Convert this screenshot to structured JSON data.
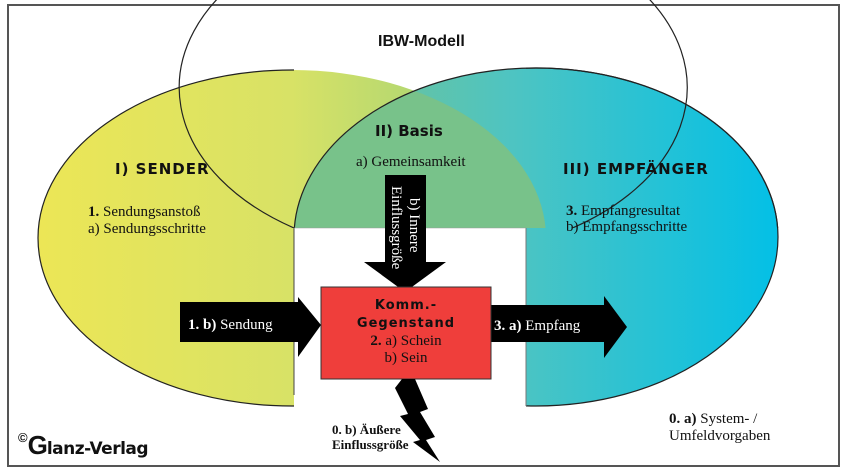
{
  "title": "IBW-Modell",
  "colors": {
    "sender_gradient_start": "#ece656",
    "sender_gradient_end": "#b7d86e",
    "basis": "#78c28a",
    "receiver_gradient_start": "#5cc2b4",
    "receiver_gradient_end": "#07c0e4",
    "center_box": "#ef3e3b",
    "arrow": "#000000",
    "frame": "#555555"
  },
  "sender": {
    "heading": "I) SENDER",
    "line1_num": "1.",
    "line1_text": " Sendungsanstoß",
    "line2": "a) Sendungsschritte"
  },
  "basis": {
    "heading": "II) Basis",
    "line1": "a) Gemeinsamkeit",
    "arrow_line1": "b) Innere",
    "arrow_line2": "Einflussgröße"
  },
  "receiver": {
    "heading": "III) EMPFÄNGER",
    "line1_num": "3.",
    "line1_text": " Empfangresultat",
    "line2": "b) Empfangsschritte"
  },
  "center": {
    "heading_line1": "Komm.-",
    "heading_line2": "Gegenstand",
    "line1_num": "2.",
    "line1_text": " a) Schein",
    "line2": "b) Sein"
  },
  "arrows": {
    "send_num": "1. b)",
    "send_text": " Sendung",
    "receive_num": "3. a)",
    "receive_text": " Empfang"
  },
  "external": {
    "line1": "0. b) Äußere",
    "line2": "Einflussgröße"
  },
  "system": {
    "line1_num": "0. a)",
    "line1_text": " System- /",
    "line2": "Umfeldvorgaben"
  },
  "logo": {
    "copyright": "©",
    "initial": "G",
    "rest": "lanz-Verlag"
  }
}
